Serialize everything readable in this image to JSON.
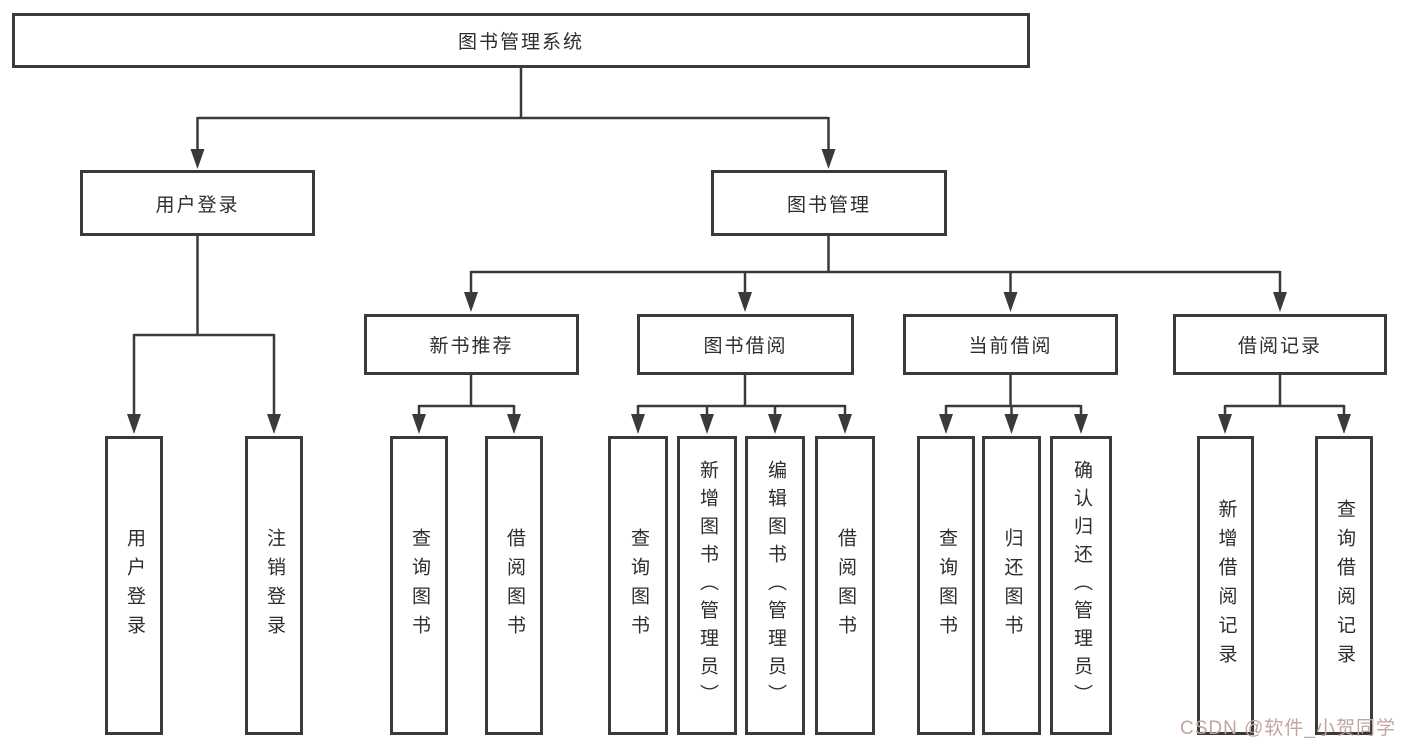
{
  "diagram": {
    "root": {
      "label": "图书管理系统"
    },
    "branches": [
      {
        "label": "用户登录",
        "children": [
          {
            "label": "用户登录"
          },
          {
            "label": "注销登录"
          }
        ]
      },
      {
        "label": "图书管理",
        "children": [
          {
            "label": "新书推荐",
            "children": [
              {
                "label": "查询图书"
              },
              {
                "label": "借阅图书"
              }
            ]
          },
          {
            "label": "图书借阅",
            "children": [
              {
                "label": "查询图书"
              },
              {
                "label": "新增图书（管理员）"
              },
              {
                "label": "编辑图书（管理员）"
              },
              {
                "label": "借阅图书"
              }
            ]
          },
          {
            "label": "当前借阅",
            "children": [
              {
                "label": "查询图书"
              },
              {
                "label": "归还图书"
              },
              {
                "label": "确认归还（管理员）"
              }
            ]
          },
          {
            "label": "借阅记录",
            "children": [
              {
                "label": "新增借阅记录"
              },
              {
                "label": "查询借阅记录"
              }
            ]
          }
        ]
      }
    ]
  },
  "watermark": {
    "text": "CSDN @软件_小贺同学",
    "color": "#c2a4a0"
  },
  "colors": {
    "line": "#3a3a3a",
    "box_border": "#3a3a3a",
    "text": "#2d2d2d",
    "background": "#ffffff"
  }
}
